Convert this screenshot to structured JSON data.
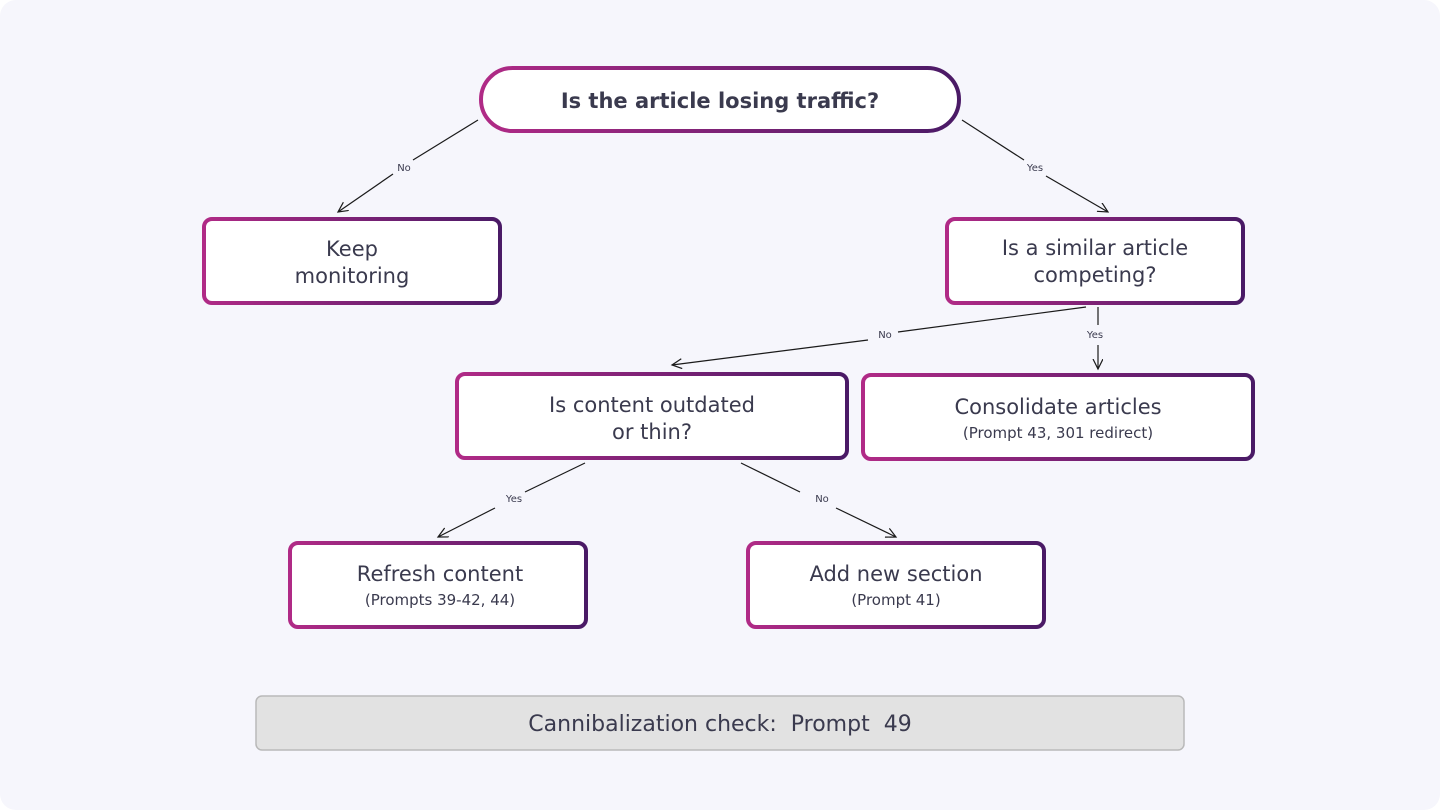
{
  "colors": {
    "gradient_start": "#b02a86",
    "gradient_end": "#4a1a66",
    "background": "#f6f6fc",
    "text": "#3a3a4e",
    "banner_fill": "#e2e2e2",
    "banner_border": "#b9b9b9"
  },
  "nodes": {
    "root": {
      "line1": "Is the article losing traffic?"
    },
    "keep": {
      "line1": "Keep",
      "line2": "monitoring"
    },
    "similar": {
      "line1": "Is a similar article",
      "line2": "competing?"
    },
    "outdated": {
      "line1": "Is content outdated",
      "line2": "or thin?"
    },
    "consolidate": {
      "line1": "Consolidate articles",
      "sub": "(Prompt 43, 301 redirect)"
    },
    "refresh": {
      "line1": "Refresh content",
      "sub": "(Prompts 39-42, 44)"
    },
    "addsection": {
      "line1": "Add new section",
      "sub": "(Prompt 41)"
    }
  },
  "edges": {
    "root_no": "No",
    "root_yes": "Yes",
    "similar_no": "No",
    "similar_yes": "Yes",
    "outdated_yes": "Yes",
    "outdated_no": "No"
  },
  "banner": {
    "text": "Cannibalization check:  Prompt  49"
  }
}
